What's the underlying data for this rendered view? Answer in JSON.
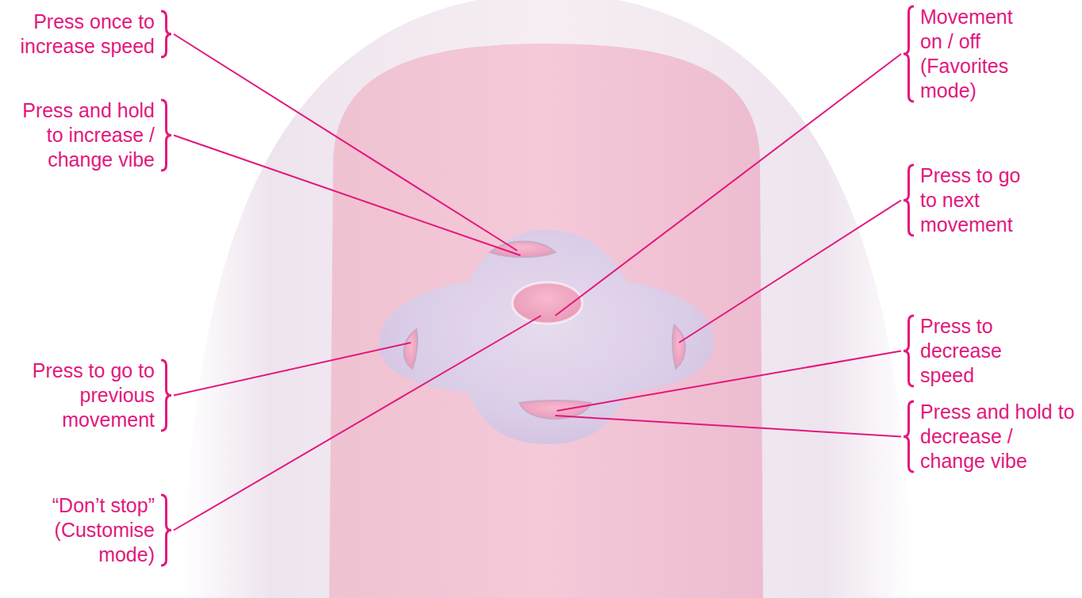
{
  "diagram": {
    "labels": [
      "Press once to increase speed",
      "Press and hold to increase / change vibe",
      "Press to go to previous movement",
      "“Don’t stop” (Customise mode)",
      "Movement on / off (Favorites mode)",
      "Press to go to next movement",
      "Press to decrease speed",
      "Press and hold to decrease / change vibe"
    ]
  }
}
